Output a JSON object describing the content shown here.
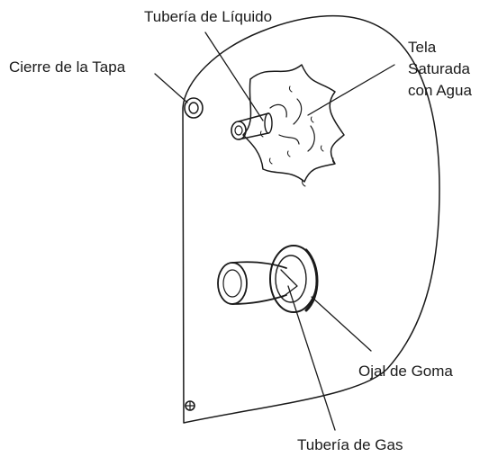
{
  "labels": {
    "liquid_line": "Tubería de Líquido",
    "lid_latch": "Cierre de la Tapa",
    "wet_cloth_line1": "Tela",
    "wet_cloth_line2": "Saturada",
    "wet_cloth_line3": "con Agua",
    "grommet": "Ojal de Goma",
    "gas_line": "Tubería de Gas"
  },
  "icons": {
    "panel": "cabinet-side-panel",
    "latch": "lid-latch-icon",
    "cloth": "wet-cloth-icon",
    "liquid_pipe": "liquid-pipe-icon",
    "gas_pipe": "gas-pipe-icon",
    "grommet": "grommet-icon",
    "screw": "screw-icon"
  }
}
